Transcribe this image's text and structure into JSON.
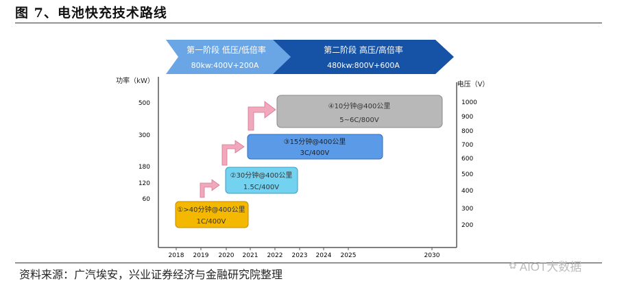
{
  "figure": {
    "title": "图 7、电池快充技术路线",
    "source": "资料来源：广汽埃安，兴业证券经济与金融研究院整理",
    "watermark": "AIOT大数据"
  },
  "phases": [
    {
      "name": "第一阶段 低压/低倍率",
      "spec": "80kw:400V+200A",
      "color": "#6aa6e6"
    },
    {
      "name": "第二阶段 高压/高倍率",
      "spec": "480kw:800V+600A",
      "color": "#1652a6"
    }
  ],
  "axes": {
    "left_label": "功率（kW）",
    "right_label": "电压（V）",
    "left_ticks": [
      "500",
      "300",
      "180",
      "120",
      "60"
    ],
    "right_ticks": [
      "1000",
      "900",
      "800",
      "700",
      "600",
      "500",
      "400",
      "300",
      "200"
    ],
    "x_ticks": [
      "2018",
      "2019",
      "2020",
      "2021",
      "2022",
      "2023",
      "2024",
      "2025",
      "2030"
    ]
  },
  "stages": [
    {
      "line1": "①>40分钟@400公里",
      "line2": "1C/400V",
      "color": "#f5b800",
      "border": "#c08a00"
    },
    {
      "line1": "②30分钟@400公里",
      "line2": "1.5C/400V",
      "color": "#73d2f0",
      "border": "#3a9ec2"
    },
    {
      "line1": "③15分钟@400公里",
      "line2": "3C/400V",
      "color": "#5b9ae6",
      "border": "#2f6fc0"
    },
    {
      "line1": "④10分钟@400公里",
      "line2": "5~6C/800V",
      "color": "#b8b8b8",
      "border": "#8a8a8a"
    }
  ],
  "colors": {
    "step_arrow": "#f0a8bd",
    "step_arrow_border": "#d9738f"
  }
}
